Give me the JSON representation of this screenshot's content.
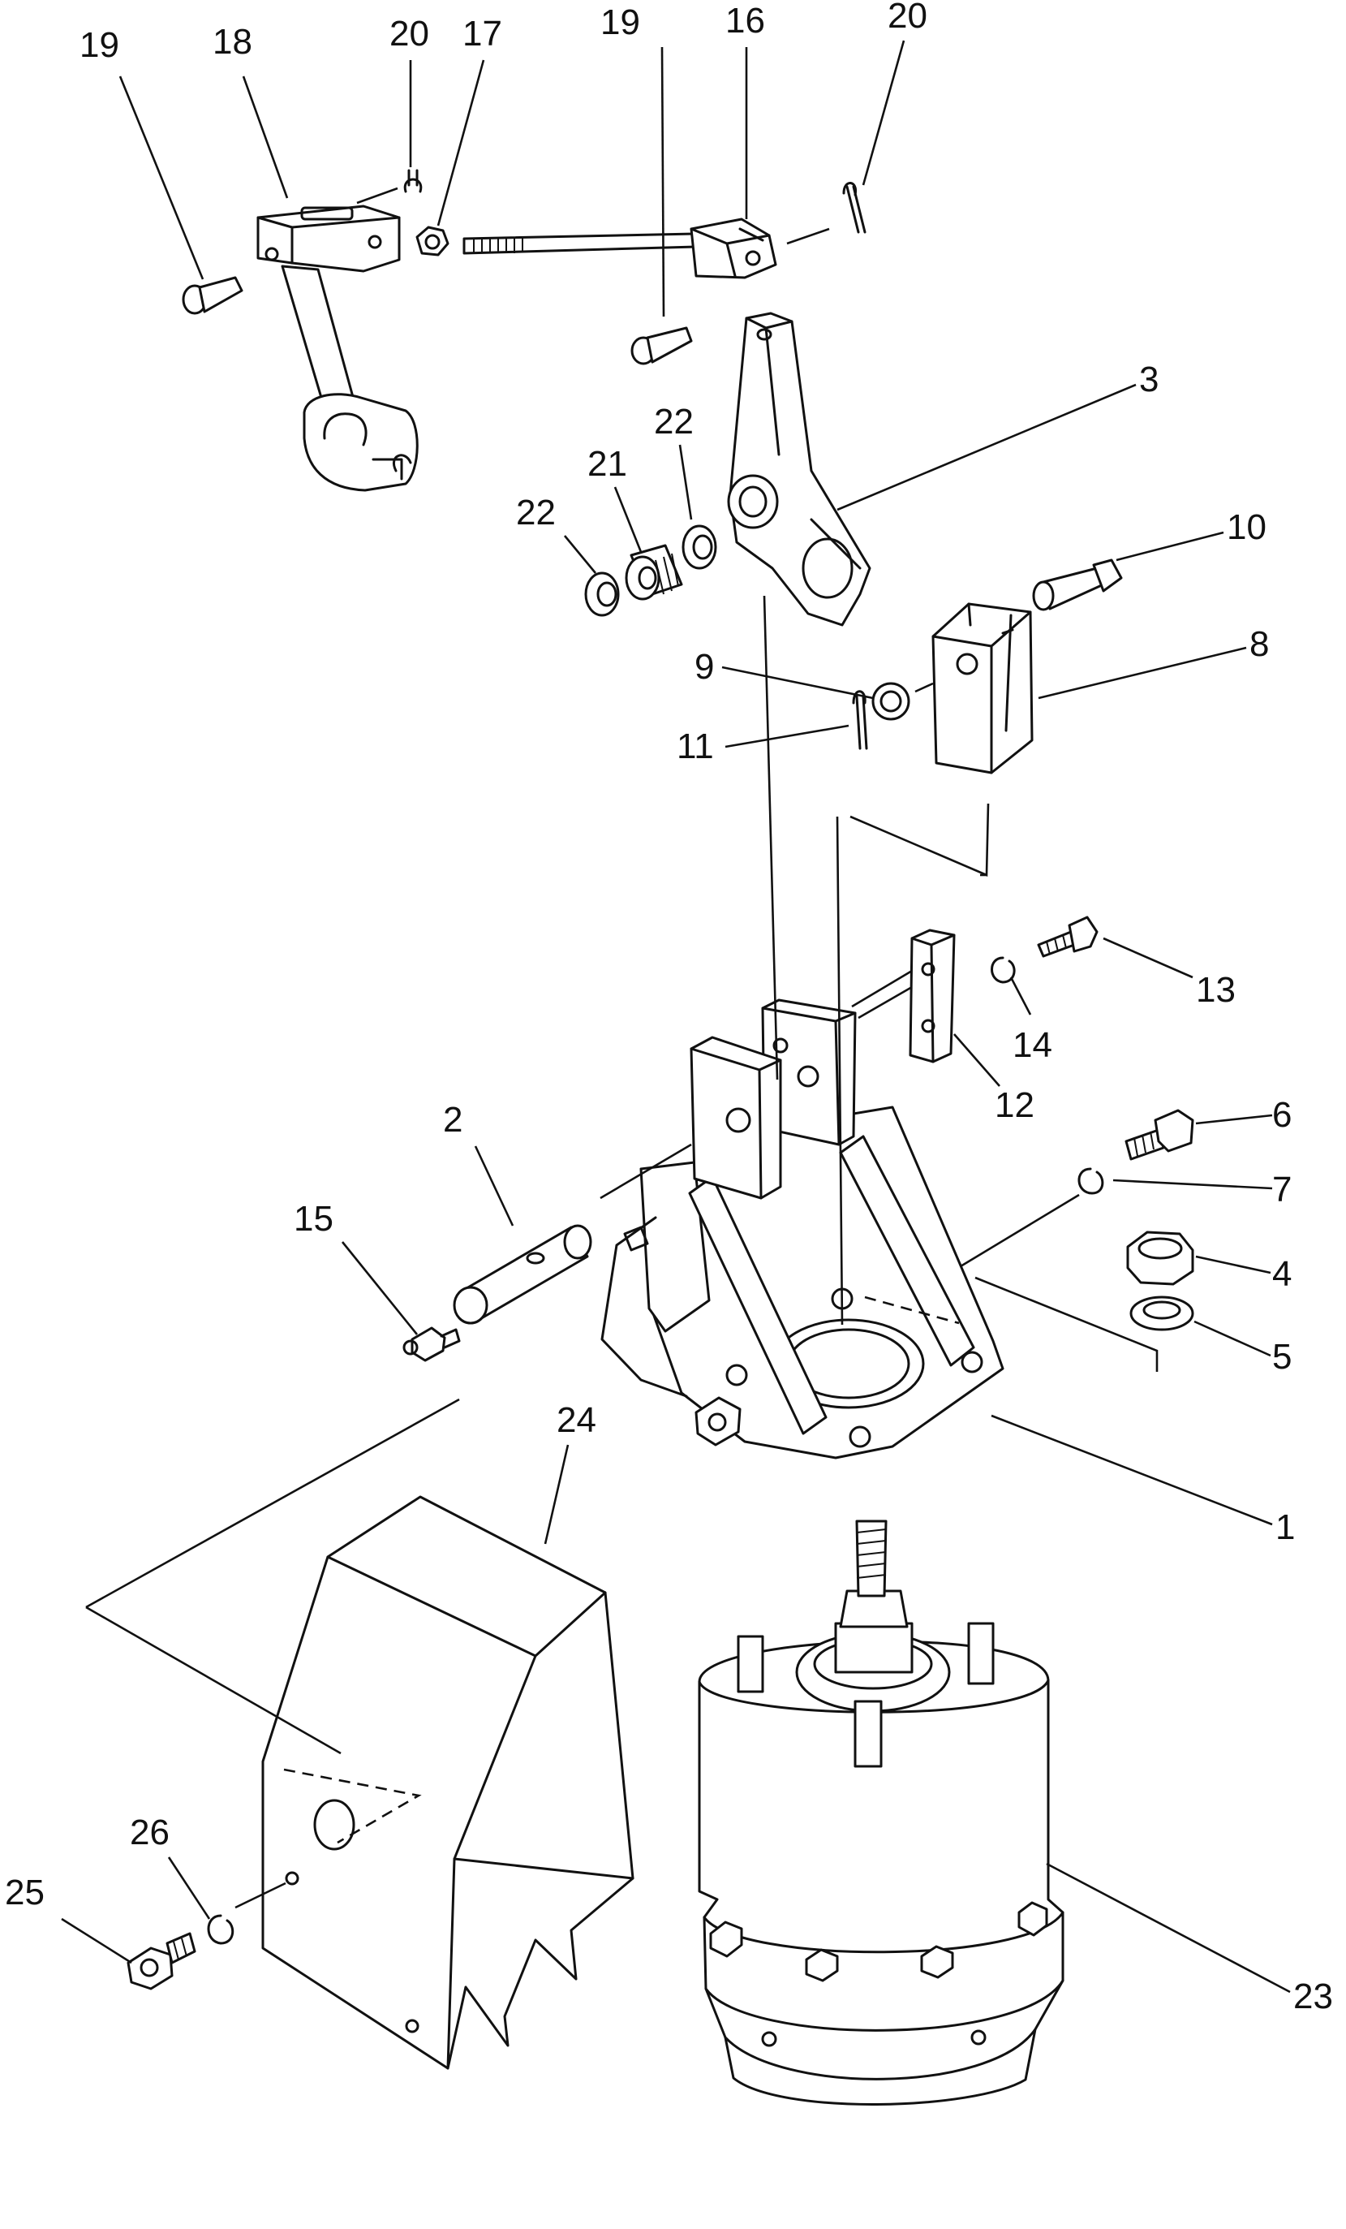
{
  "diagram": {
    "callouts": [
      {
        "id": "c19a",
        "text": "19"
      },
      {
        "id": "c18",
        "text": "18"
      },
      {
        "id": "c20a",
        "text": "20"
      },
      {
        "id": "c17",
        "text": "17"
      },
      {
        "id": "c19b",
        "text": "19"
      },
      {
        "id": "c16",
        "text": "16"
      },
      {
        "id": "c20b",
        "text": "20"
      },
      {
        "id": "c3",
        "text": "3"
      },
      {
        "id": "c22a",
        "text": "22"
      },
      {
        "id": "c21",
        "text": "21"
      },
      {
        "id": "c22b",
        "text": "22"
      },
      {
        "id": "c10",
        "text": "10"
      },
      {
        "id": "c9",
        "text": "9"
      },
      {
        "id": "c8",
        "text": "8"
      },
      {
        "id": "c11",
        "text": "11"
      },
      {
        "id": "c13",
        "text": "13"
      },
      {
        "id": "c14",
        "text": "14"
      },
      {
        "id": "c12",
        "text": "12"
      },
      {
        "id": "c2",
        "text": "2"
      },
      {
        "id": "c6",
        "text": "6"
      },
      {
        "id": "c7",
        "text": "7"
      },
      {
        "id": "c15",
        "text": "15"
      },
      {
        "id": "c4",
        "text": "4"
      },
      {
        "id": "c5",
        "text": "5"
      },
      {
        "id": "c24",
        "text": "24"
      },
      {
        "id": "c1",
        "text": "1"
      },
      {
        "id": "c26",
        "text": "26"
      },
      {
        "id": "c25",
        "text": "25"
      },
      {
        "id": "c23",
        "text": "23"
      }
    ]
  }
}
